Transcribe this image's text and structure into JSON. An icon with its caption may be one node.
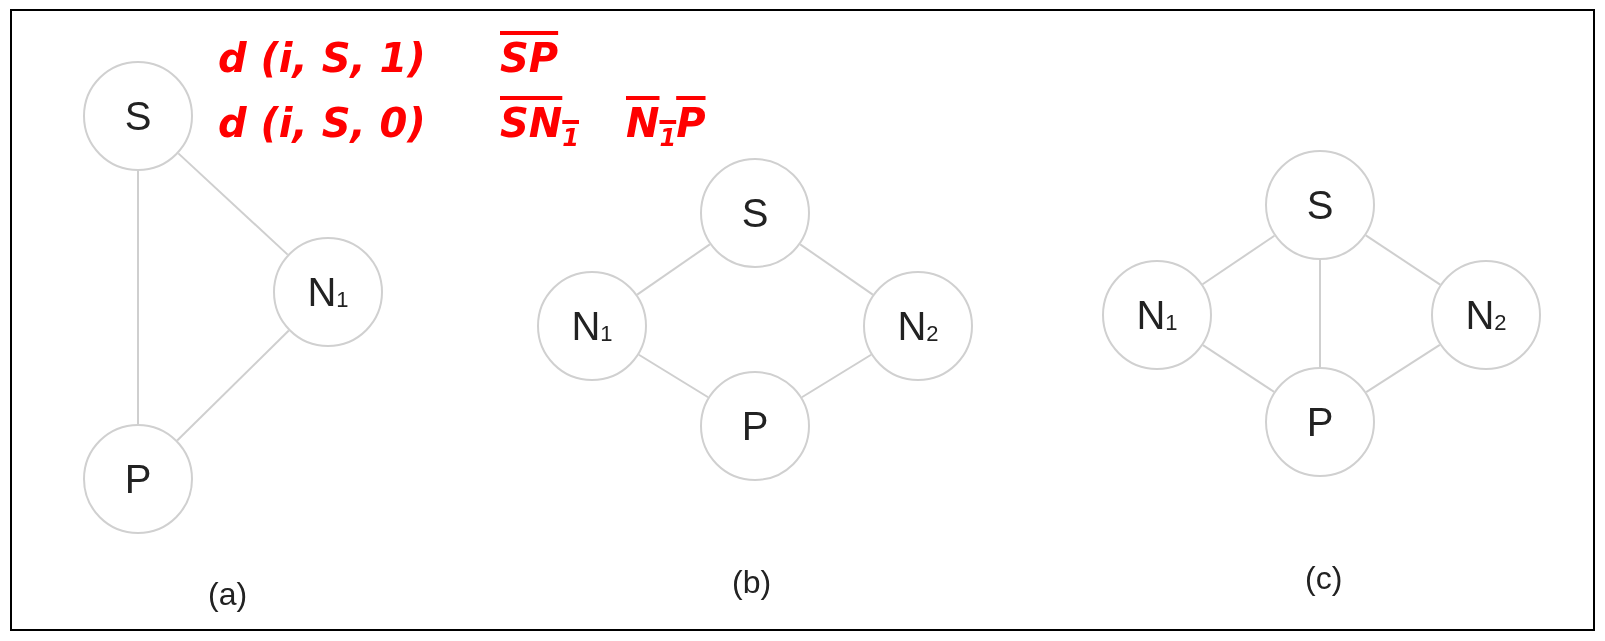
{
  "diagram": {
    "nodes": [
      {
        "text": [
          "S"
        ]
      },
      {
        "text": [
          "N$_{1}$"
        ]
      },
      {
        "text": [
          "P"
        ]
      },
      {
        "text": [
          "S"
        ]
      },
      {
        "text": [
          "N$_{1}$"
        ]
      },
      {
        "text": [
          "N$_{2}$"
        ]
      },
      {
        "text": [
          "P"
        ]
      },
      {
        "text": [
          "S"
        ]
      },
      {
        "text": [
          "N$_{1}$"
        ]
      },
      {
        "text": [
          "N$_{2}$"
        ]
      },
      {
        "text": [
          "P"
        ]
      }
    ],
    "edges": [
      {
        "from": 0,
        "to": 2,
        "arrow": "none"
      },
      {
        "from": 0,
        "to": 1,
        "arrow": "none"
      },
      {
        "from": 1,
        "to": 2,
        "arrow": "none"
      },
      {
        "from": 3,
        "to": 4,
        "arrow": "none"
      },
      {
        "from": 3,
        "to": 5,
        "arrow": "none"
      },
      {
        "from": 4,
        "to": 6,
        "arrow": "none"
      },
      {
        "from": 5,
        "to": 6,
        "arrow": "none"
      },
      {
        "from": 7,
        "to": 8,
        "arrow": "none"
      },
      {
        "from": 7,
        "to": 9,
        "arrow": "none"
      },
      {
        "from": 7,
        "to": 10,
        "arrow": "none"
      },
      {
        "from": 8,
        "to": 10,
        "arrow": "none"
      },
      {
        "from": 9,
        "to": 10,
        "arrow": "none"
      }
    ],
    "labels": [
      "d (i, S, 1)",
      "SP",
      "d (i, S, 0)",
      "SN$_{1}$",
      "N$_{1}$P",
      "(a)",
      "(b)",
      "(c)"
    ]
  }
}
